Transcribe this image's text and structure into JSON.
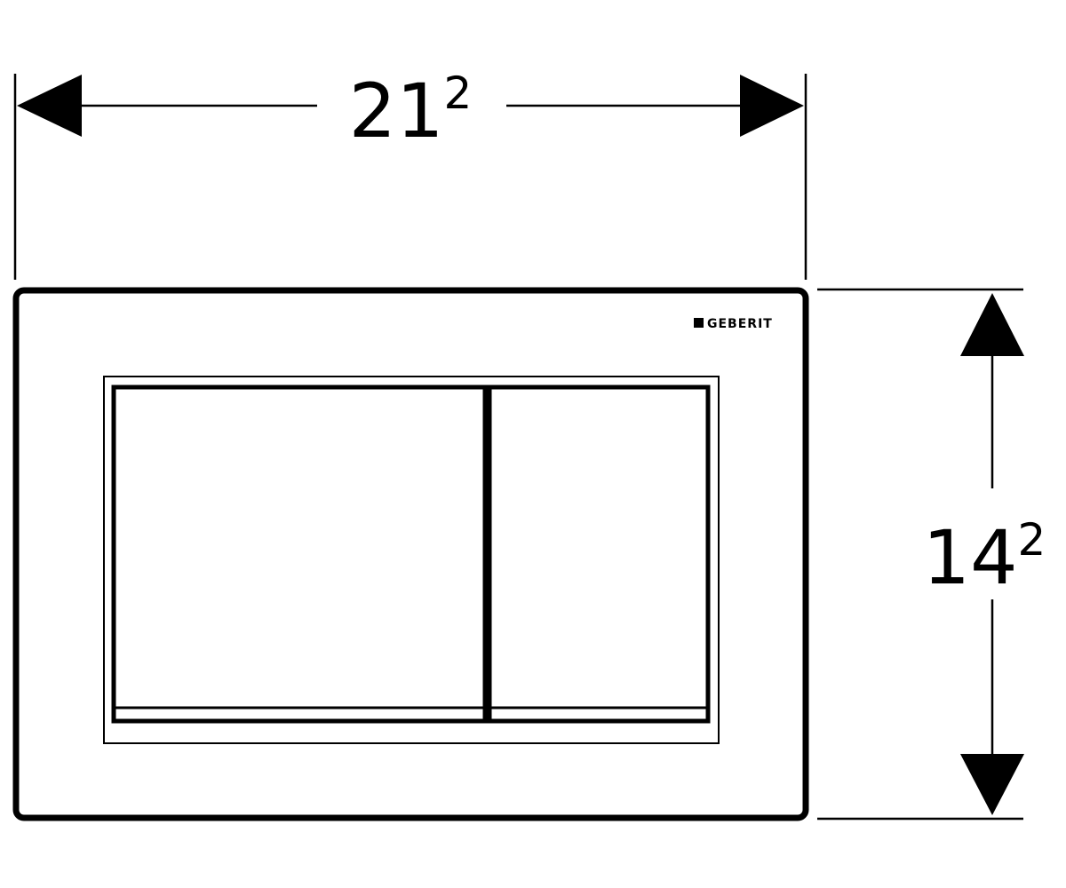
{
  "dimensions": {
    "width": {
      "main": "21",
      "sup": "2"
    },
    "height": {
      "main": "14",
      "sup": "2"
    }
  },
  "plate": {
    "brand": "GEBERIT"
  },
  "colors": {
    "line": "#000000",
    "background": "#ffffff"
  }
}
